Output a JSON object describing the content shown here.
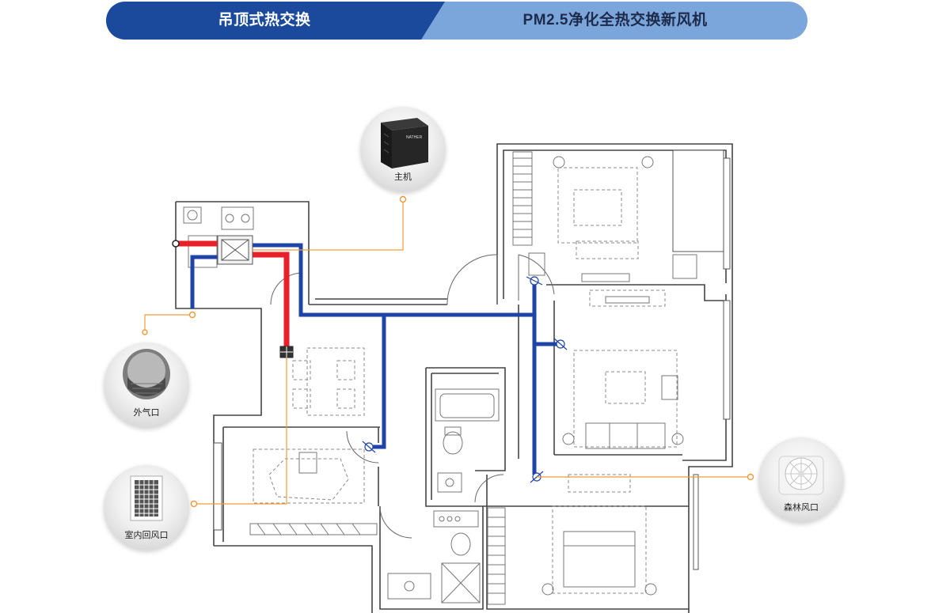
{
  "header": {
    "left_tab": "吊顶式热交换",
    "right_tab": "PM2.5净化全热交换新风机"
  },
  "callouts": {
    "main_unit": {
      "label": "主机",
      "brand_text": "NATHER"
    },
    "outdoor_vent": {
      "label": "外气口"
    },
    "return_vent": {
      "label": "室内回风口"
    },
    "forest_vent": {
      "label": "森林风口"
    }
  },
  "colors": {
    "banner_dark": "#1b4a9c",
    "banner_light": "#7aa6dc",
    "supply_duct": "#1e44a8",
    "exhaust_duct": "#e8202a",
    "leader_line": "#f29a3a",
    "wall": "#444444",
    "furniture": "#8a8a8a"
  }
}
